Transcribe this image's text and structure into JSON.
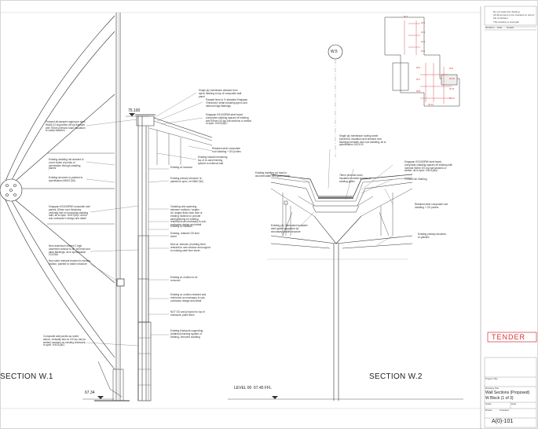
{
  "sections": {
    "w1_title": "SECTION W.1",
    "w2_title": "SECTION W.2"
  },
  "levels": {
    "top": "75.100",
    "level_00_text": "LEVEL 00",
    "level_00_ffl": "67.45 FFL",
    "base": "67.34"
  },
  "grid_bubble": "W.5",
  "stamp": "TENDER",
  "title_block": {
    "drawing_title_label": "Drawing Title",
    "drawing_title_1": "Wall Sections (Proposed)",
    "drawing_title_2": "W Block (1 of 3)",
    "project_label": "Project Title",
    "drawing_number": "A(0)-101",
    "scale_label": "Scale",
    "drawn_label": "Drawn",
    "checked_label": "Checked",
    "date_label": "Date"
  },
  "notes_w1_left": [
    "Pressed ali parapet capping to spec. WA51/12 supported off top transom with 75mm phenolic foam insulation to cavity between",
    "Existing cladding rail cleaned to cover Notes of points of penetration through cladding panels",
    "Existing structure re-painted to specification M60/17(M)",
    "Kingspan KS1000RW composite wall panels, 80mm core thickness, vertically laid on horizontal cladding rails; all to spec. H4/17(M)C and to sub-contractor's design and detail",
    "New aluminium framed 1 high casement window to ali. sill head and jamb flashings; all to specification L10/26A",
    "New steel restraint bracket to existing mullion, painted to match structure",
    "Composite wall panels as noted above, vertically laid on GS top hat (or similar) sections on existing brickwork; to spec. H4/21(M)C"
  ],
  "notes_w1_right": [
    "Single ply membrane dressed from apron flashing to top of composite wall panel",
    "Parapet lines to ½ standard Kingspan 'Enhanced' detail including apron and internal ridge flashings",
    "Kingspan KS1000RW steel faced composite cladding spaced off existing with 50mm GS top hat sections or similar to spec. H4/21(M)C",
    "Retained steel composite roof cladding + GS purlins",
    "Existing bracket remaining top of re-used framing spliced to external wall",
    "Existing at. transom",
    "Existing primary structure re-painted to spec. ref M60/7(M)",
    "Cladding rails spanning between mullions / angles",
    "Ali. angles fixed each side of existing mullions to provide strengthening for existing restrictions as necessary to sub-contractor design and detail",
    "Existing at. transom",
    "Existing, retained GS liner sheet",
    "New at. transom providing fixed restraint to new window and support to existing steel liner sheet",
    "Existing at. mullion to be removed",
    "Existing at. mullion retained and reinforced as necessary to sub-contractor design and detail",
    "NOT GS and pli apron to top of brickwork; paint finish",
    "Existing brickwork supporting (retained) framing system of existing, removed cladding"
  ],
  "notes_w2": [
    "Single ply membrane roofing sheet bonded to insulation and dressed over flashings beneath new roof cladding; all to specification J42/1/10",
    "Kingspan KS1000RW steel faced composite cladding spaced off existing with nominal 50mm GS top hat sections or similar; all to spec. H4/21(M)C",
    "Existing cladding cut back to accommodate new gutter lining",
    "75mm phenolic foam insulation bonded to base of existing gutter",
    "Pressed ali. flashing",
    "Retained steel composite roof cladding + GS purlins",
    "Existing ply / fabricated insulated steel gutter supported by secondary cradle structure",
    "Existing primary structure, re-painted"
  ],
  "header_notes": [
    "Do not scale this drawing",
    "All dimensions to be checked on site by the Contractor",
    "This drawing is copyright"
  ],
  "revision_header": [
    "Revision",
    "Date",
    "Details"
  ],
  "key_plan": {
    "grid_labels": [
      "W.1",
      "W.2",
      "W.3",
      "W.4",
      "W.5",
      "W.6",
      "W.7",
      "W.8",
      "W.9",
      "W.10",
      "W.11",
      "W.12",
      "W.13"
    ]
  }
}
